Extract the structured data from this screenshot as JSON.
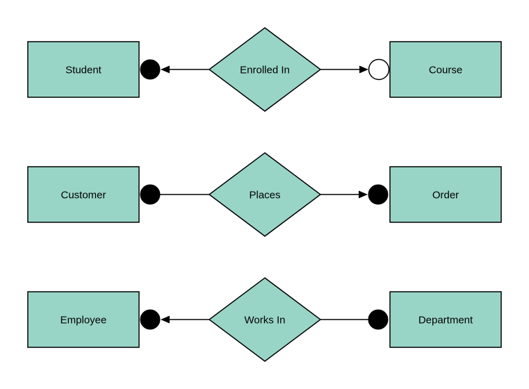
{
  "diagram": {
    "type": "entity-relationship",
    "colors": {
      "shape_fill": "#99d5c7",
      "shape_stroke": "#000000",
      "connector": "#000000",
      "text": "#000000",
      "background": "#ffffff"
    },
    "rows": [
      {
        "left_entity": "Student",
        "relationship": "Enrolled In",
        "right_entity": "Course",
        "left_marker": "filled-dot",
        "right_marker": "open-dot",
        "left_arrowhead": "points-toward-left-entity",
        "right_arrowhead": "points-toward-right-entity"
      },
      {
        "left_entity": "Customer",
        "relationship": "Places",
        "right_entity": "Order",
        "left_marker": "filled-dot",
        "right_marker": "filled-dot",
        "left_arrowhead": "none",
        "right_arrowhead": "points-toward-right-entity"
      },
      {
        "left_entity": "Employee",
        "relationship": "Works In",
        "right_entity": "Department",
        "left_marker": "filled-dot",
        "right_marker": "filled-dot",
        "left_arrowhead": "points-toward-left-entity",
        "right_arrowhead": "none"
      }
    ]
  }
}
